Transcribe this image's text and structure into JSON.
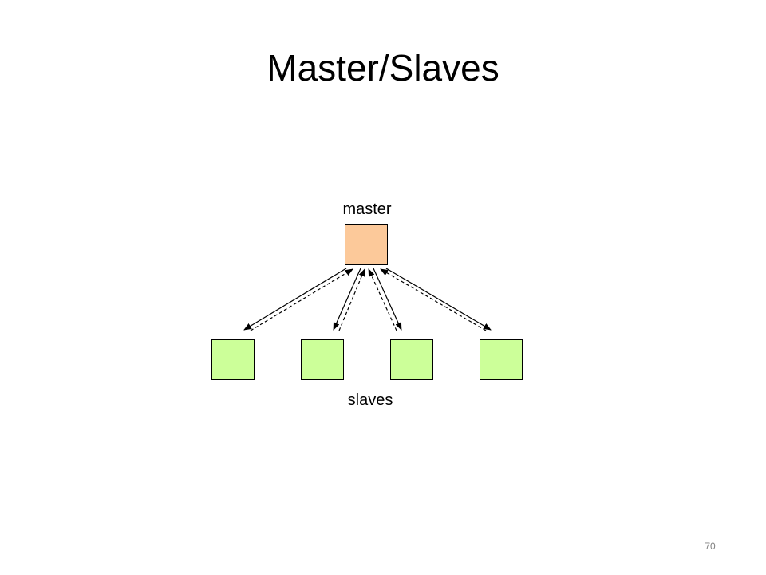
{
  "slide": {
    "title": "Master/Slaves",
    "page_number": "70"
  },
  "diagram": {
    "master_label": "master",
    "slaves_label": "slaves",
    "master_color": "#FCC99A",
    "slave_color": "#CCFF99",
    "slave_count": 4
  }
}
